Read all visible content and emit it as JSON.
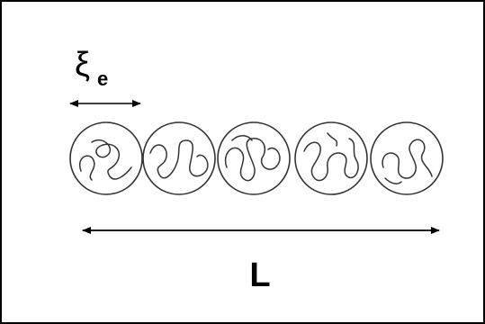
{
  "labels": {
    "xi_symbol": "ξ",
    "xi_subscript": "e",
    "chain_length": "L"
  },
  "blob_count": 5,
  "colors": {
    "stroke": "#333333",
    "text": "#000000",
    "border": "#000000",
    "background": "#ffffff"
  }
}
